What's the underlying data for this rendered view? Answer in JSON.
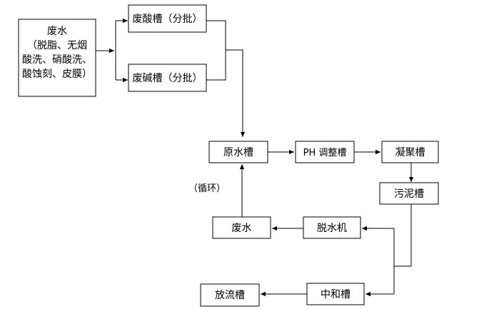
{
  "nodes": {
    "source": {
      "lines": [
        "废水",
        "（脱脂、无烟",
        "酸洗、硝酸洗、",
        "酸蚀刻、皮膜）"
      ]
    },
    "acid_tank": "废酸槽（分批）",
    "alkali_tank": "废碱槽（分批）",
    "raw_tank": "原水槽",
    "ph_tank": "PH 调整槽",
    "coag_tank": "凝聚槽",
    "sludge_tank": "污泥槽",
    "dewater": "脱水机",
    "wastewater": "废水",
    "neutral_tank": "中和槽",
    "discharge_tank": "放流槽"
  },
  "labels": {
    "cycle": "（循环）"
  }
}
